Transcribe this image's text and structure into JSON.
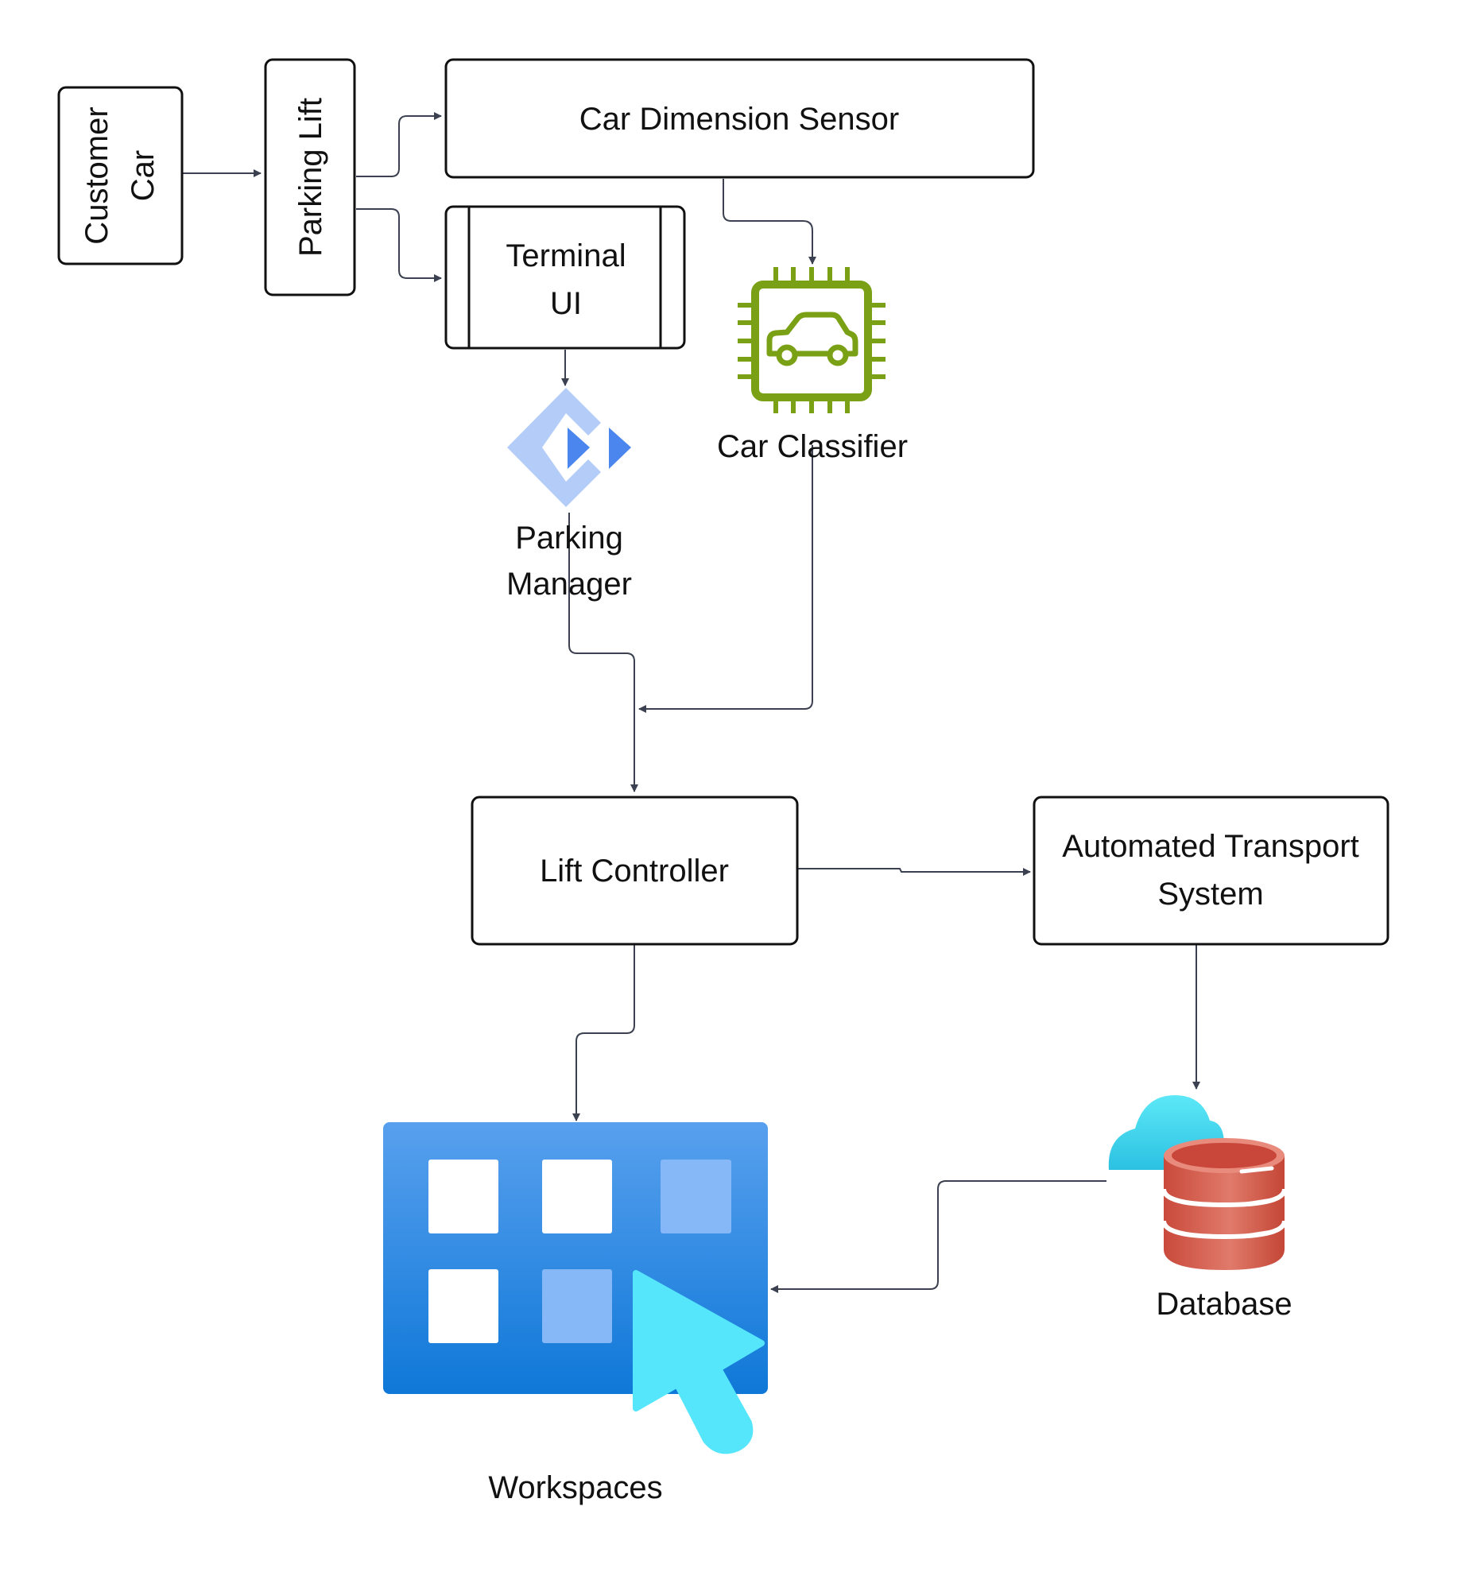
{
  "colors": {
    "box_stroke": "#111111",
    "connector": "#3b4150",
    "chip_green": "#7aa116",
    "manager_light": "#b4ccf8",
    "manager_dark": "#4a86ee",
    "workspace_top": "#58a0ee",
    "workspace_bottom": "#0f78d8",
    "cursor_cyan": "#55e6fb",
    "db_red": "#d05a4b",
    "cloud_cyan": "#3fd3ec"
  },
  "nodes": {
    "customer_car": {
      "line1": "Customer",
      "line2": "Car"
    },
    "parking_lift": {
      "label": "Parking Lift"
    },
    "car_dimension_sensor": {
      "label": "Car Dimension Sensor"
    },
    "terminal_ui": {
      "line1": "Terminal",
      "line2": "UI"
    },
    "car_classifier": {
      "label": "Car Classifier",
      "icon": "car-chip-icon"
    },
    "parking_manager": {
      "line1": "Parking",
      "line2": "Manager",
      "icon": "parking-manager-icon"
    },
    "lift_controller": {
      "label": "Lift Controller"
    },
    "automated_transport": {
      "line1": "Automated Transport",
      "line2": "System"
    },
    "database": {
      "label": "Database",
      "icon": "cloud-database-icon"
    },
    "workspaces": {
      "label": "Workspaces",
      "icon": "workspaces-icon"
    }
  }
}
